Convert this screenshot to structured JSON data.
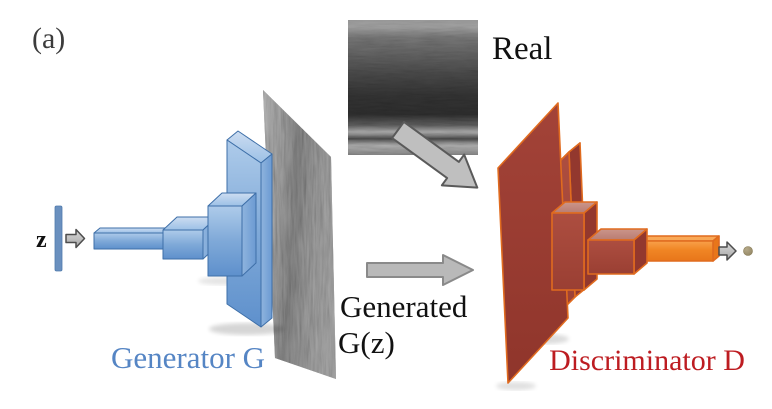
{
  "figure": {
    "panel_label": "(a)",
    "labels": {
      "latent_input": "z",
      "real": "Real",
      "generated_line1": "Generated",
      "generated_line2": "G(z)",
      "generator": "Generator G",
      "discriminator": "Discriminator D"
    },
    "colors": {
      "generator_blue_fill": "#7fa9d8",
      "generator_blue_outline": "#3e6fa8",
      "generator_label_blue": "#5585c4",
      "discriminator_red_fill": "#9a3b31",
      "discriminator_outline_orange": "#e06b1f",
      "output_bar_orange": "#f08524",
      "discriminator_label_red": "#bd1c21",
      "arrow_gray_fill": "#b9b9b9",
      "output_dot_tan": "#9e9171",
      "text_black": "#111111"
    }
  }
}
